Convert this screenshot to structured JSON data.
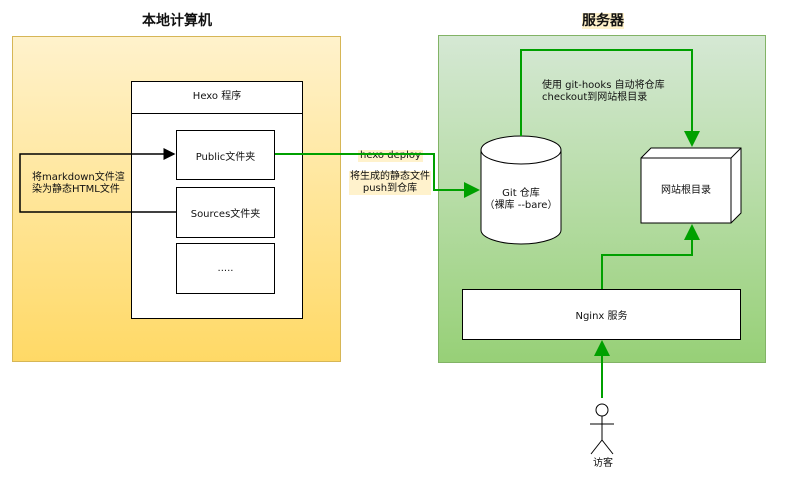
{
  "local": {
    "title": "本地计算机",
    "hexo_program": "Hexo 程序",
    "public_folder": "Public文件夹",
    "sources_folder": "Sources文件夹",
    "more": ".....",
    "render_note_line1": "将markdown文件渲",
    "render_note_line2": "染为静态HTML文件"
  },
  "deploy": {
    "command": "hexo deploy",
    "push_line1": "将生成的静态文件",
    "push_line2": "push到仓库"
  },
  "server": {
    "title": "服务器",
    "git_repo_line1": "Git 仓库",
    "git_repo_line2": "（裸库 --bare）",
    "hook_line1": "使用 git-hooks 自动将仓库",
    "hook_line2": "checkout到网站根目录",
    "web_root": "网站根目录",
    "nginx": "Nginx 服务"
  },
  "visitor": {
    "label": "访客"
  },
  "colors": {
    "local_fill_top": "#fff2cc",
    "local_fill_bottom": "#ffd966",
    "server_fill_top": "#d5e8d4",
    "server_fill_bottom": "#97d077",
    "green_arrow": "#00a000",
    "black_arrow": "#000000"
  }
}
